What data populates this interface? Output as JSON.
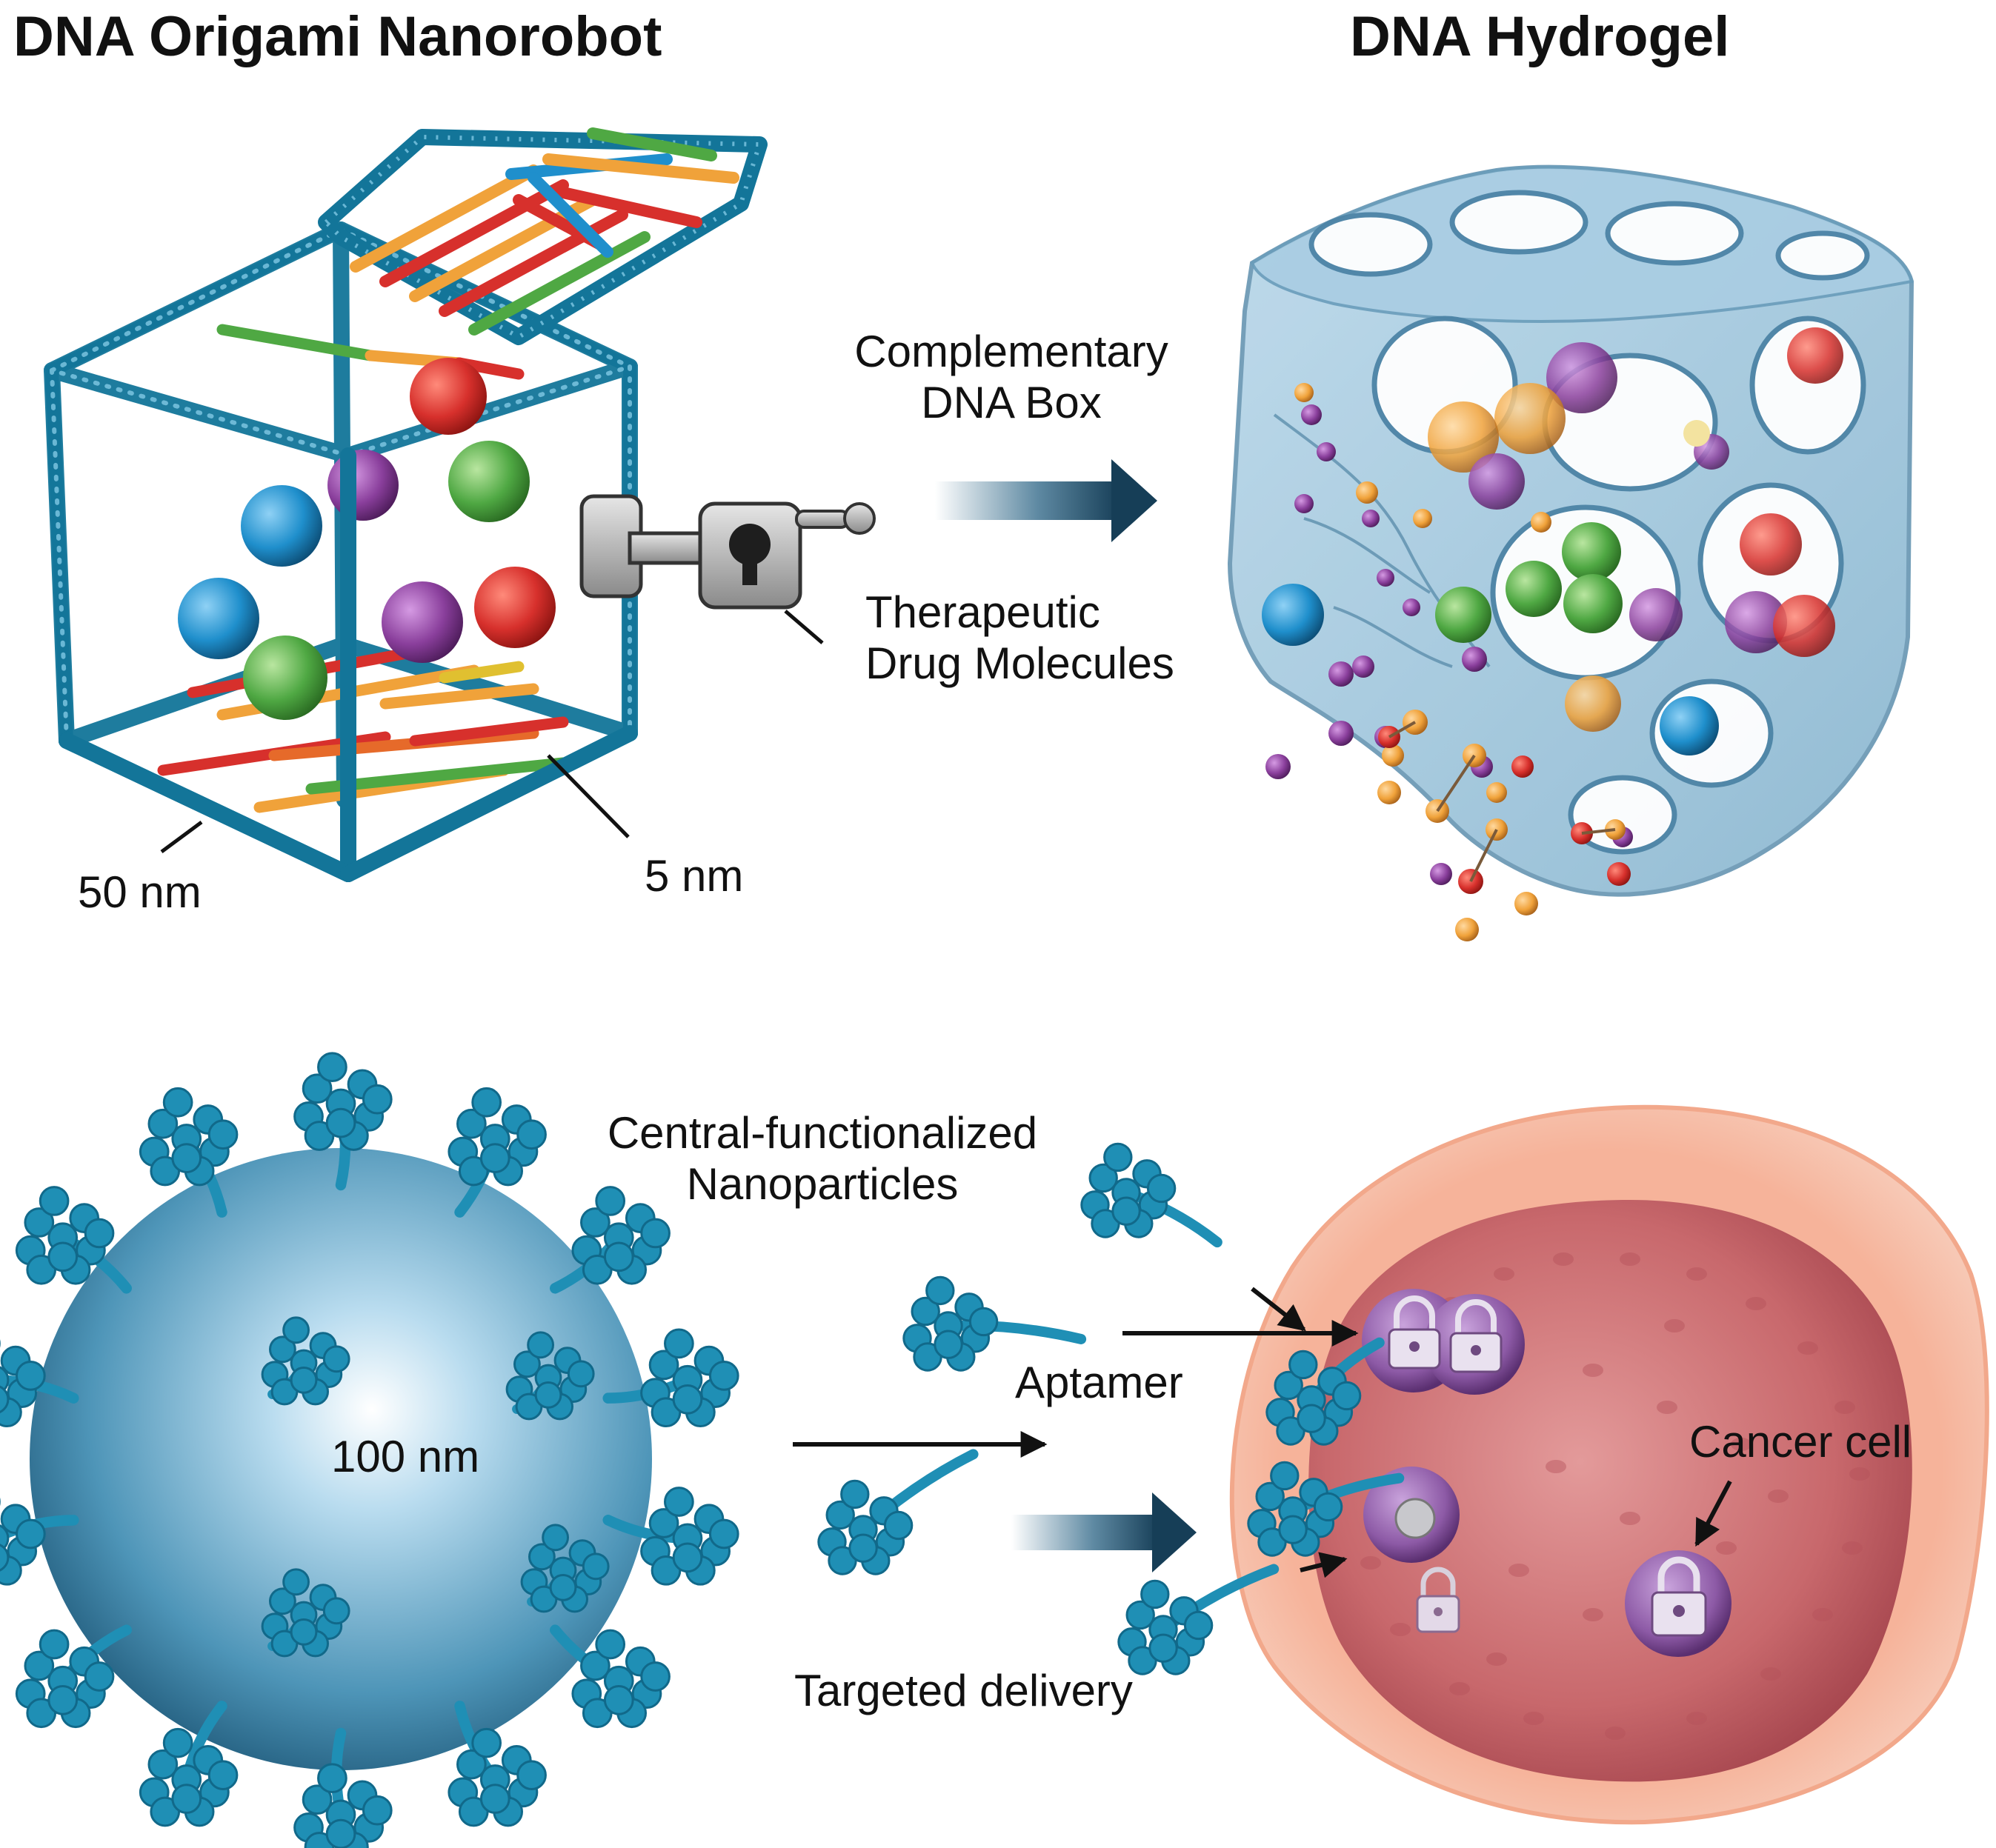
{
  "titles": {
    "origami": "DNA Origami Nanorobot",
    "hydrogel": "DNA Hydrogel"
  },
  "labels": {
    "complementary_line1": "Complementary",
    "complementary_line2": "DNA Box",
    "therapeutic_line1": "Therapeutic",
    "therapeutic_line2": "Drug Molecules",
    "size_50nm": "50 nm",
    "size_5nm": "5 nm",
    "nanoparticles_line1": "Central-functionalized",
    "nanoparticles_line2": "Nanoparticles",
    "size_100nm": "100 nm",
    "aptamer": "Aptamer",
    "targeted_delivery": "Targeted delivery",
    "cancer_cell": "Cancer cell"
  },
  "colors": {
    "dna_teal": "#1f8fb5",
    "dna_teal_dark": "#11698a",
    "gel_blue": "#9cc6dd",
    "arrow_dark": "#163e57",
    "cell_outer": "#f3a58c",
    "cell_inner": "#c25d63",
    "receptor_purple": "#8d5aa6",
    "drug_red": "#d7302c",
    "drug_green": "#4fa843",
    "drug_purple": "#8a3f9c",
    "drug_blue": "#1f8fcc",
    "drug_orange": "#f0a23a"
  }
}
